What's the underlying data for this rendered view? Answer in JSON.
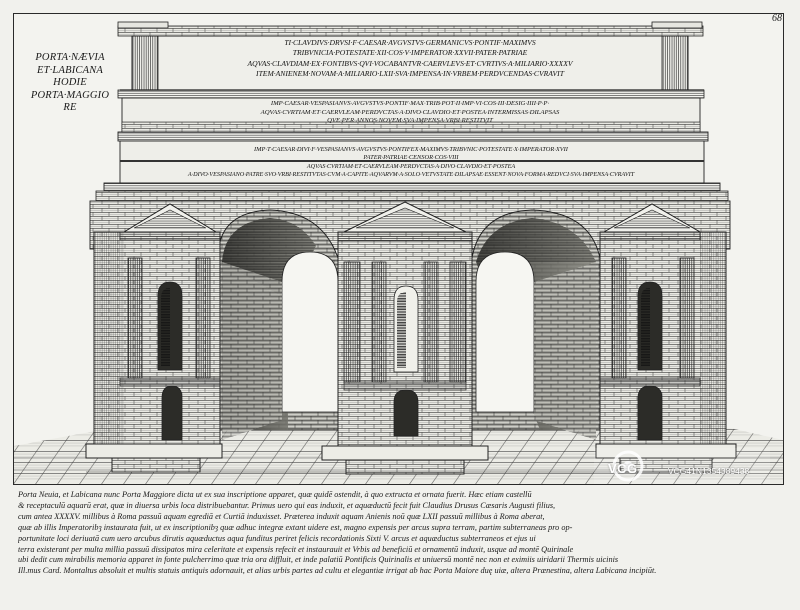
{
  "page_number": "68",
  "caption": [
    "PORTA·NÆVIA",
    "ET·LABICANA",
    "HODIE",
    "PORTA·MAGGIO",
    "RE"
  ],
  "inscription_top": [
    "TI·CLAVDIVS·DRVSI·F·CAESAR·AVGVSTVS·GERMANICVS·PONTIF·MAXIMVS",
    "TRIBVNICIA·POTESTATE·XII·COS·V·IMPERATOR·XXVII·PATER·PATRIAE",
    "AQVAS·CLAVDIAM·EX·FONTIBVS·QVI·VOCABANTVR·CAERVLEVS·ET·CVRTIVS·A·MILIARIO·XXXXV",
    "ITEM·ANIENEM·NOVAM·A·MILIARIO·LXII·SVA·IMPENSA·IN·VRBEM·PERDVCENDAS·CVRAVIT"
  ],
  "inscription_mid": [
    "IMP·CAESAR·VESPASIANVS·AVGVSTVS·PONTIF·MAX·TRIB·POT·II·IMP·VI·COS·III·DESIG·IIII·P·P·",
    "AQVAS·CVRTIAM·ET·CAERVLEAM·PERDVCTAS·A·DIVO·CLAVDIO·ET·POSTEA·INTERMISSAS·DILAPSAS",
    "QVE·PER·ANNOS·NOVEM·SVA·IMPENSA·VRBI·RESTITVIT"
  ],
  "inscription_low1": [
    "IMP·T·CAESAR·DIVI·F·VESPASIANVS·AVGVSTVS·PONTIFEX·MAXIMVS·TRIBVNIC·POTESTATE·X·IMPERATOR·XVII",
    "PATER·PATRIAE·CENSOR·COS·VIII"
  ],
  "inscription_low2": [
    "AQVAS·CVRTIAM·ET·CAERVLEAM·PERDVCTAS·A·DIVO·CLAVDIO·ET·POSTEA",
    "A·DIVO·VESPASIANO·PATRE·SVO·VRBI·RESTITVTAS·CVM·A·CAPITE·AQVARVM·A·SOLO·VETVSTATE·DILAPSAE·ESSENT·NOVA·FORMA·REDVCI·SVA·IMPENSA·CVRAVIT"
  ],
  "description": [
    "Porta Neuia, et Labicana nunc Porta Maggiore dicta ut ex sua inscriptione apparet, quæ quidē ostendit, à quo extructa et ornata fuerit. Hæc etiam castellū",
    "& receptaculū aquarū erat, quæ in diuersa urbis loca distribuebantur. Primus uero qui eas induxit, et aquæductū fecit fuit Claudius Drusus Cæsaris Augusti filius,",
    "cum antea XXXXV. millibus à Roma passuū aquam egrediā et Curtiā induxisset. Præterea induxit aquam Anienis noū quæ LXII passuū millibus à Roma aberat,",
    "quæ ab illis Imperatoribȝ instaurata fuit, ut ex inscriptionibȝ quæ adhuc integræ extant uidere est, magno expensis per arcus supra terram, partim subterraneas pro op-",
    "portunitate loci deriuatā cum uero arcubus dirutis aquæductus aqua funditus periret felicis recordationis Sixti V. arcus et aquæductus subterraneos et ejus ui",
    "terra existerant per multa millia passuū dissipatos mira celeritate et expensis refecit et instaurauit et Vrbis ad beneficiū et ornamentū induxit, usque ad montē Quirinale",
    "ubi dedit cum mirabilis memoria apparet in fonte pulcherrimo quæ tria ora diffluit, et inde palatiū Pontificis Quirinalis et uniuersū montē nec non et eximiis uiridarii Thermis uicinis",
    "Ill.mus Card. Montaltus absoluit et multis statuis antiquis adornauit, et alias urbis partes ad cultu et elegantiæ irrigat ab hac Porta Maiore duę uiæ, altera Prænestina, altera Labicana incipiūt."
  ],
  "watermark": {
    "brand": "VCG",
    "id": "VCG41N1354389438"
  }
}
